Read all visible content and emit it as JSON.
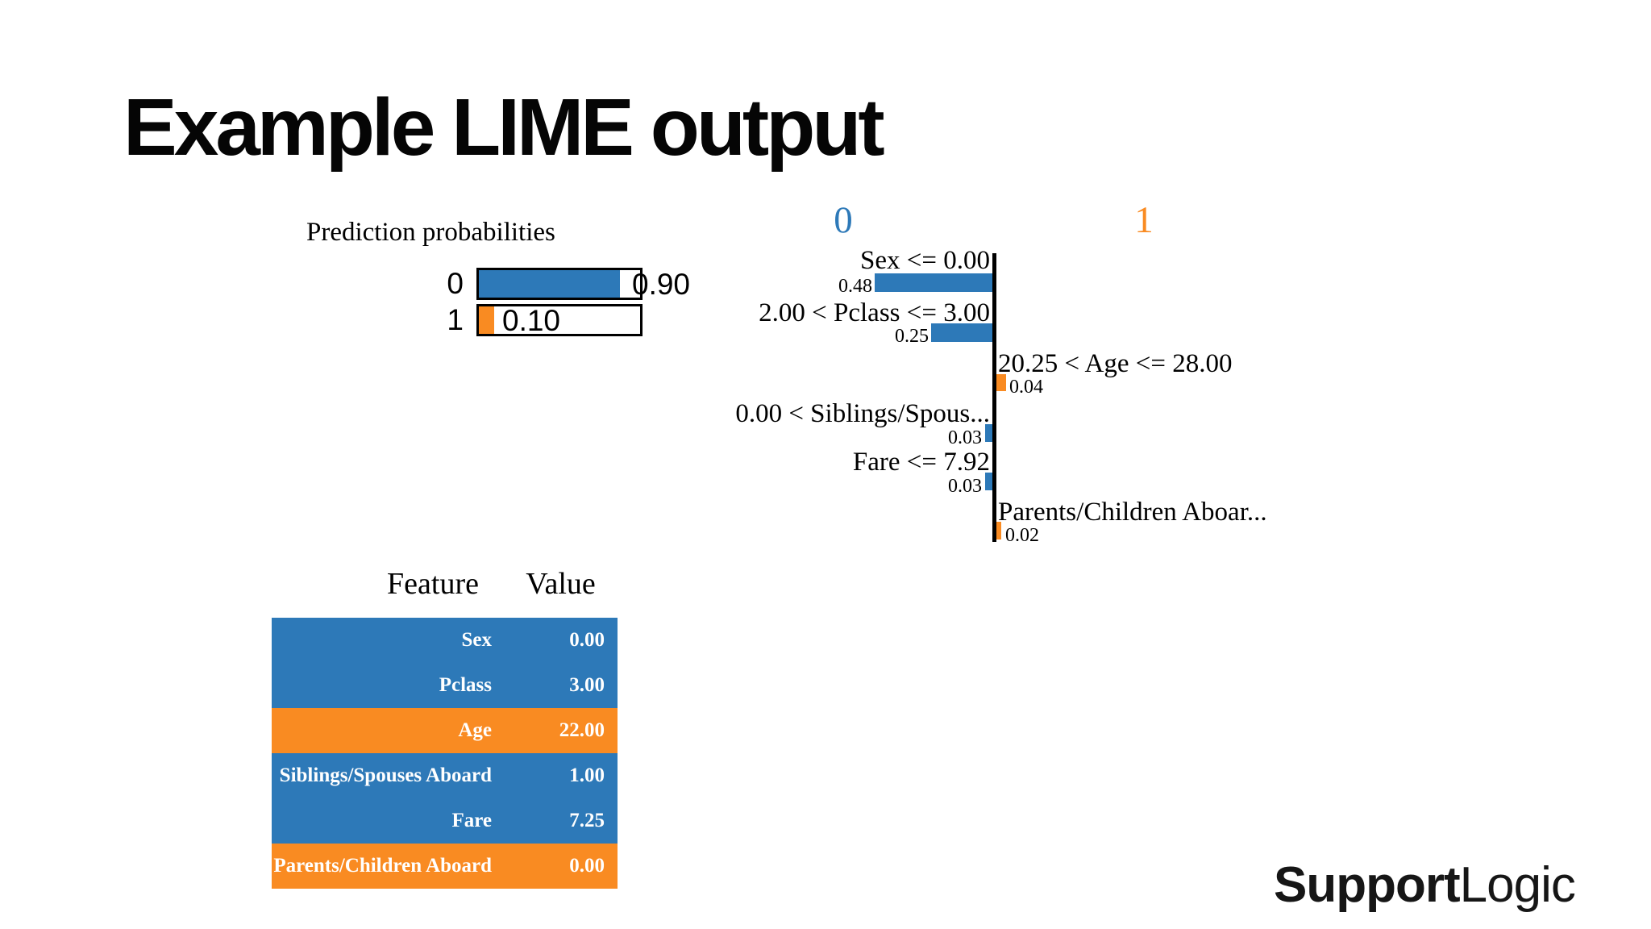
{
  "slide": {
    "title": "Example LIME output"
  },
  "colors": {
    "blue": "#2d79b8",
    "orange": "#f98b22",
    "axis": "#000000"
  },
  "logo": {
    "bold": "Support",
    "light": "Logic"
  },
  "chart_data": [
    {
      "type": "bar",
      "title": "Prediction probabilities",
      "orientation": "horizontal",
      "categories": [
        "0",
        "1"
      ],
      "values": [
        0.9,
        0.1
      ],
      "value_labels": [
        "0.90",
        "0.10"
      ],
      "bar_color_names": [
        "blue",
        "orange"
      ],
      "xlim": [
        0,
        1
      ],
      "grid": false,
      "legend_position": "none"
    },
    {
      "type": "bar",
      "title": "",
      "orientation": "horizontal-diverging",
      "legend": [
        {
          "label": "0",
          "color_name": "blue",
          "position": "top-left"
        },
        {
          "label": "1",
          "color_name": "orange",
          "position": "top-right"
        }
      ],
      "xlim": [
        -0.5,
        0.5
      ],
      "grid": false,
      "features": [
        {
          "label": "Sex <= 0.00",
          "class": "0",
          "weight": 0.48,
          "weight_label": "0.48"
        },
        {
          "label": "2.00 < Pclass <= 3.00",
          "class": "0",
          "weight": 0.25,
          "weight_label": "0.25"
        },
        {
          "label": "20.25 < Age <= 28.00",
          "class": "1",
          "weight": 0.04,
          "weight_label": "0.04"
        },
        {
          "label": "0.00 < Siblings/Spous...",
          "class": "0",
          "weight": 0.03,
          "weight_label": "0.03"
        },
        {
          "label": "Fare <= 7.92",
          "class": "0",
          "weight": 0.03,
          "weight_label": "0.03"
        },
        {
          "label": "Parents/Children Aboar...",
          "class": "1",
          "weight": 0.02,
          "weight_label": "0.02"
        }
      ]
    },
    {
      "type": "table",
      "headers": [
        "Feature",
        "Value"
      ],
      "rows": [
        {
          "feature": "Sex",
          "value": "0.00",
          "highlight": "blue"
        },
        {
          "feature": "Pclass",
          "value": "3.00",
          "highlight": "blue"
        },
        {
          "feature": "Age",
          "value": "22.00",
          "highlight": "orange"
        },
        {
          "feature": "Siblings/Spouses Aboard",
          "value": "1.00",
          "highlight": "blue"
        },
        {
          "feature": "Fare",
          "value": "7.25",
          "highlight": "blue"
        },
        {
          "feature": "Parents/Children Aboard",
          "value": "0.00",
          "highlight": "orange"
        }
      ]
    }
  ]
}
